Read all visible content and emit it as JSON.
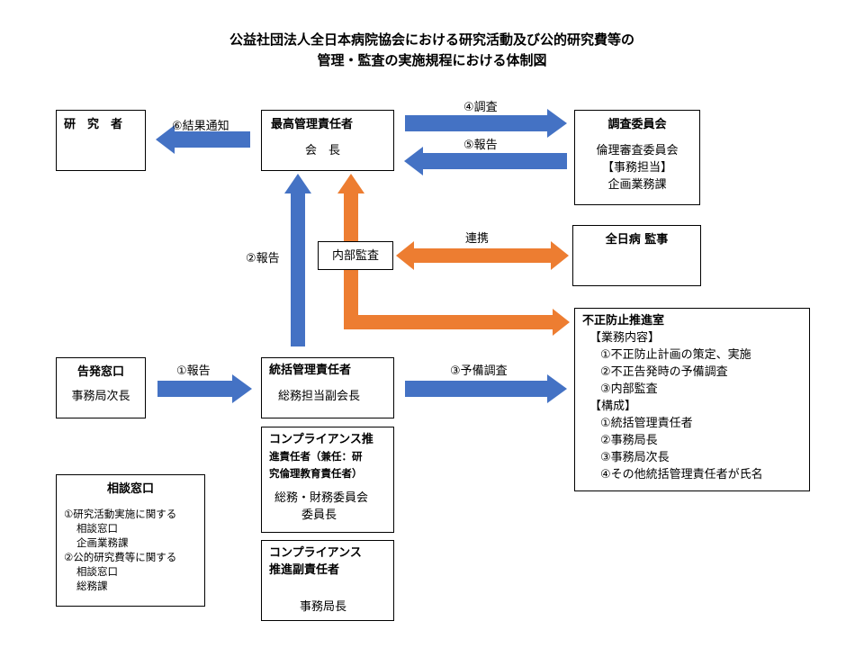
{
  "title": {
    "line1": "公益社団法人全日本病院協会における研究活動及び公的研究費等の",
    "line2": "管理・監査の実施規程における体制図"
  },
  "boxes": {
    "researcher": {
      "title": "研　究　者"
    },
    "top_manager": {
      "title": "最高管理責任者",
      "sub": "会　長"
    },
    "investigation": {
      "title": "調査委員会",
      "line1": "倫理審査委員会",
      "line2": "【事務担当】",
      "line3": "企画業務課"
    },
    "auditor": {
      "title": "全日病 監事"
    },
    "internal_audit": {
      "title": "内部監査"
    },
    "prevention": {
      "title": "不正防止推進室",
      "lines": [
        "【業務内容】",
        "①不正防止計画の策定、実施",
        "②不正告発時の予備調査",
        "③内部監査",
        "【構成】",
        "①統括管理責任者",
        "②事務局長",
        "③事務局次長",
        "④その他統括管理責任者が氏名"
      ]
    },
    "whistle": {
      "title": "告発窓口",
      "sub": "事務局次長"
    },
    "general_manager": {
      "title": "統括管理責任者",
      "sub": "総務担当副会長"
    },
    "compliance": {
      "title1": "コンプライアンス推",
      "title2": "進責任者（兼任：研",
      "title3": "究倫理教育責任者）",
      "sub1": "総務・財務委員会",
      "sub2": "委員長"
    },
    "compliance_vice": {
      "title1": "コンプライアンス",
      "title2": "推進副責任者",
      "sub": "事務局長"
    },
    "consult": {
      "title": "相談窓口",
      "lines": [
        "①研究活動実施に関する",
        "相談窓口",
        "企画業務課",
        "②公的研究費等に関する",
        "相談窓口",
        "総務課"
      ]
    }
  },
  "arrow_labels": {
    "result_notice": "⑥結果通知",
    "investigate": "④調査",
    "report5": "⑤報告",
    "report2": "②報告",
    "coordination": "連携",
    "report1": "①報告",
    "preliminary": "③予備調査"
  },
  "colors": {
    "blue": "#4472C4",
    "orange": "#ED7D31"
  }
}
